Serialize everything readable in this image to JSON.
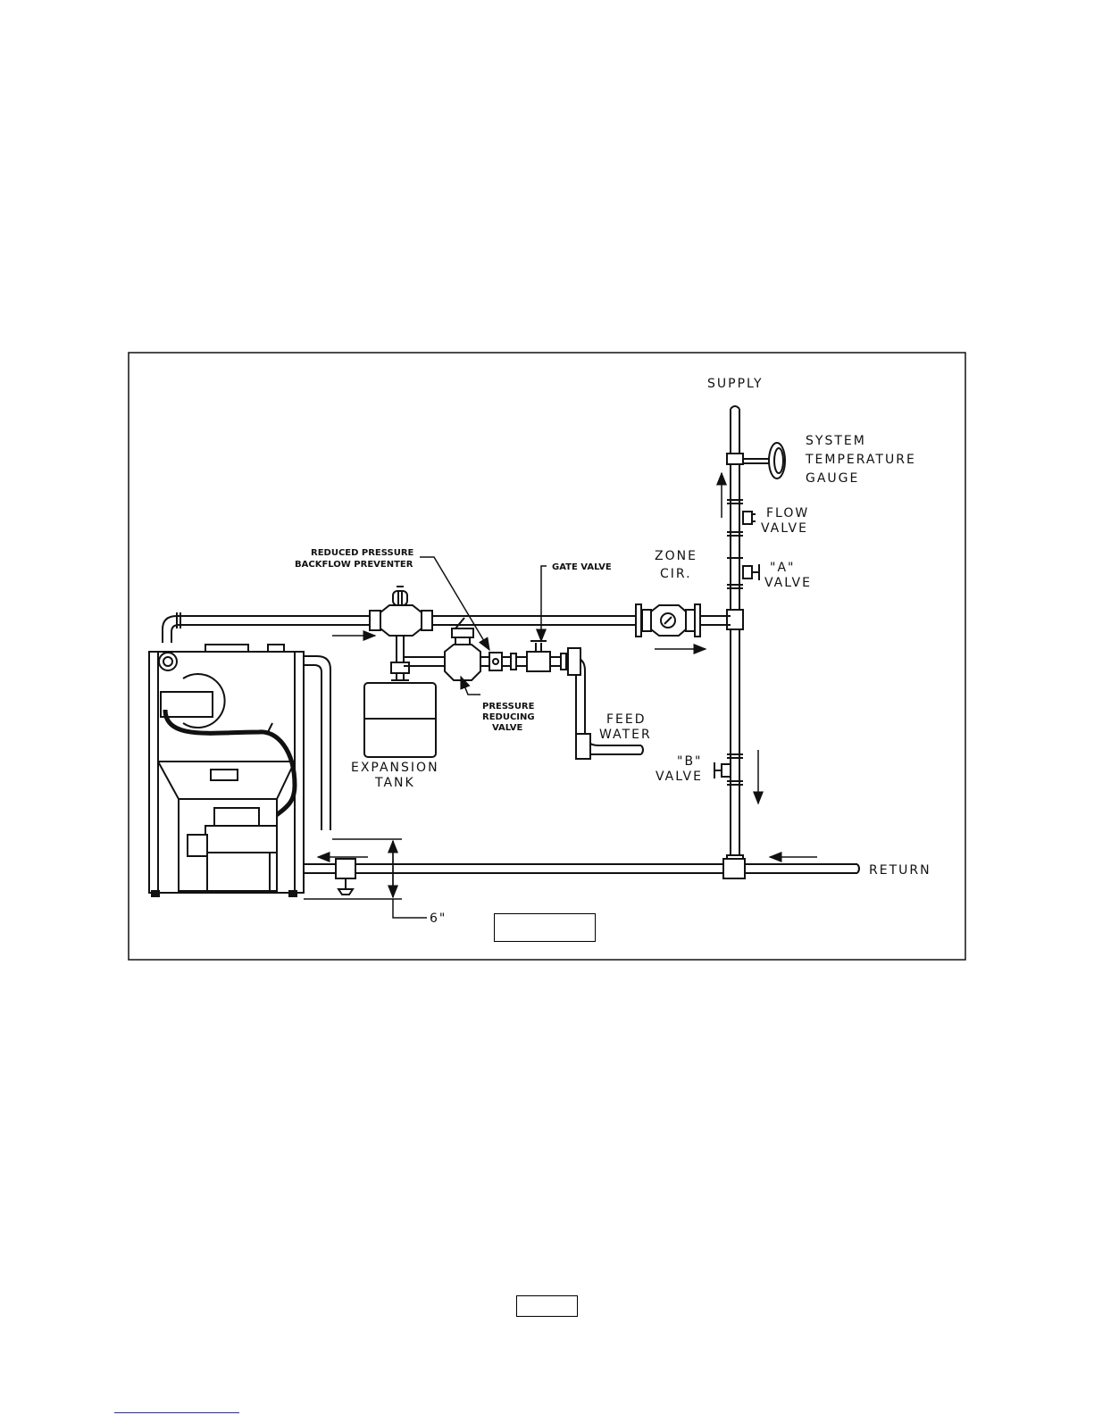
{
  "labels": {
    "supply": "SUPPLY",
    "gauge_1": "SYSTEM",
    "gauge_2": "TEMPERATURE",
    "gauge_3": "GAUGE",
    "flow_1": "FLOW",
    "flow_2": "VALVE",
    "zone_1": "ZONE",
    "zone_2": "CIR.",
    "avalve_1": "\"A\"",
    "avalve_2": "VALVE",
    "rppb_1": "REDUCED PRESSURE",
    "rppb_2": "BACKFLOW PREVENTER",
    "gate": "GATE VALVE",
    "prv_1": "PRESSURE",
    "prv_2": "REDUCING",
    "prv_3": "VALVE",
    "feed_1": "FEED",
    "feed_2": "WATER",
    "exp_1": "EXPANSION",
    "exp_2": "TANK",
    "bvalve_1": "\"B\"",
    "bvalve_2": "VALVE",
    "return": "RETURN",
    "dim": "6\""
  },
  "colors": {
    "line": "#111111",
    "footer_rule": "#2a2aa8"
  },
  "icons": [
    "temperature-gauge-icon",
    "circulator-pump-icon",
    "boiler-icon",
    "expansion-tank-icon",
    "valve-icon",
    "flow-arrow-icon"
  ]
}
